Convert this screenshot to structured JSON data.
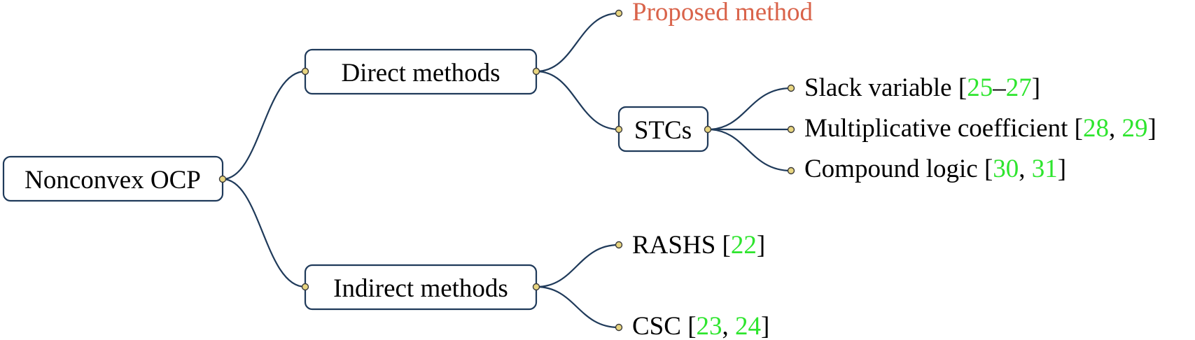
{
  "colors": {
    "box_stroke": "#1f3a5a",
    "anchor_fill": "#e8d580",
    "highlight": "#d9634a",
    "citation": "#2ee52e"
  },
  "root": {
    "label": "Nonconvex OCP"
  },
  "direct": {
    "label": "Direct methods",
    "proposed": "Proposed method",
    "stcs": {
      "label": "STCs",
      "items": [
        {
          "label": "Slack variable ",
          "open": "[",
          "ref1": "25",
          "sep": "–",
          "ref2": "27",
          "close": "]"
        },
        {
          "label": "Multiplicative coefficient ",
          "open": "[",
          "ref1": "28",
          "sep": ", ",
          "ref2": "29",
          "close": "]"
        },
        {
          "label": "Compound logic ",
          "open": "[",
          "ref1": "30",
          "sep": ", ",
          "ref2": "31",
          "close": "]"
        }
      ]
    }
  },
  "indirect": {
    "label": "Indirect methods",
    "items": [
      {
        "label": "RASHS ",
        "open": "[",
        "ref1": "22",
        "close": "]"
      },
      {
        "label": "CSC ",
        "open": "[",
        "ref1": "23",
        "sep": ", ",
        "ref2": "24",
        "close": "]"
      }
    ]
  }
}
